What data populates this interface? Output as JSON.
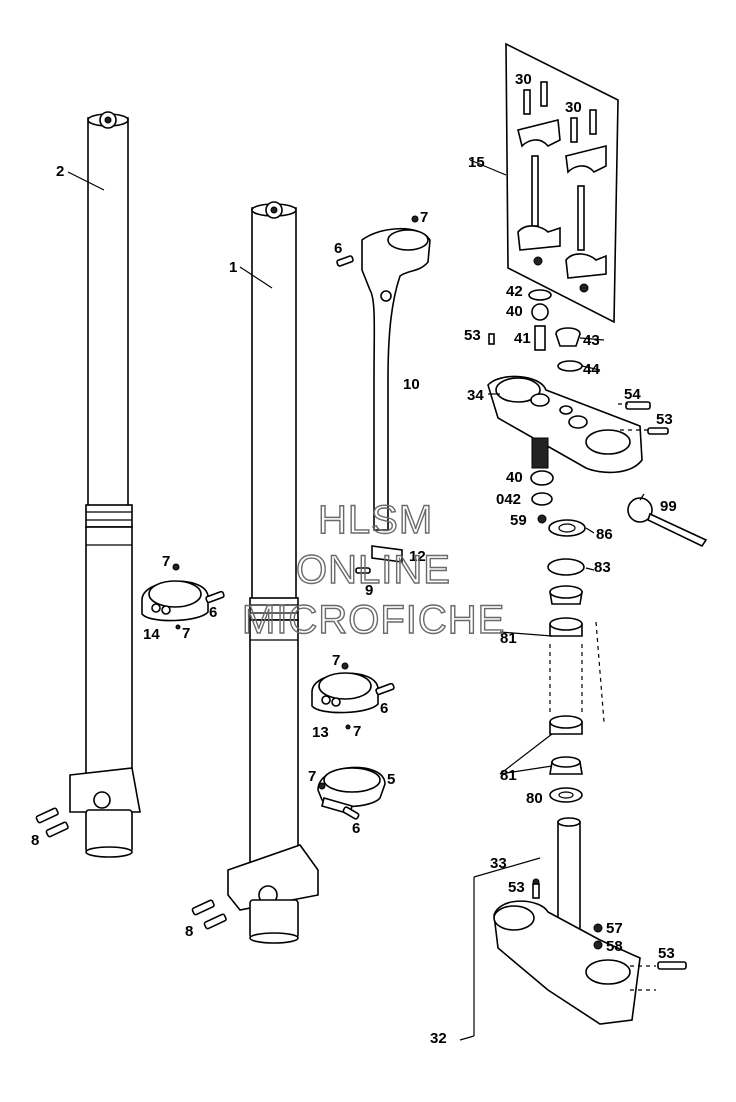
{
  "callouts": {
    "c1": "1",
    "c2": "2",
    "c5": "5",
    "c6a": "6",
    "c6b": "6",
    "c6c": "6",
    "c6d": "6",
    "c7a": "7",
    "c7b": "7",
    "c7c": "7",
    "c7d": "7",
    "c7e": "7",
    "c7f": "7",
    "c8a": "8",
    "c8b": "8",
    "c9": "9",
    "c10": "10",
    "c12": "12",
    "c13": "13",
    "c14": "14",
    "c15": "15",
    "c30a": "30",
    "c30b": "30",
    "c32": "32",
    "c33": "33",
    "c34": "34",
    "c40a": "40",
    "c40b": "40",
    "c41": "41",
    "c42": "42",
    "c042": "042",
    "c43": "43",
    "c44": "44",
    "c53a": "53",
    "c53b": "53",
    "c53c": "53",
    "c53d": "53",
    "c54": "54",
    "c57": "57",
    "c58": "58",
    "c59": "59",
    "c80": "80",
    "c81a": "81",
    "c81b": "81",
    "c83": "83",
    "c86": "86",
    "c99": "99"
  },
  "watermark": {
    "line1": "HLSM",
    "line2": "ONLINE",
    "line3": "MICROFICHE"
  }
}
